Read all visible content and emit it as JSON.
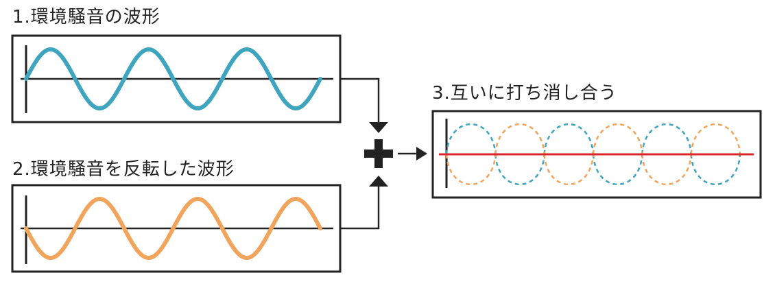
{
  "labels": {
    "panel1": "1.環境騒音の波形",
    "panel2": "2.環境騒音を反転した波形",
    "panel3": "3.互いに打ち消し合う"
  },
  "colors": {
    "frame": "#222222",
    "ambient_wave": "#3fa4be",
    "inverted_wave": "#f0a45c",
    "result_line": "#d62828"
  },
  "icons": {
    "combine": "plus-icon",
    "flow": "arrow-icon"
  },
  "waves": {
    "ambient": {
      "cycles": 3,
      "phase": "normal"
    },
    "inverted": {
      "cycles": 3,
      "phase": "inverted"
    },
    "result": {
      "cycles": 6,
      "style": "dashed-overlay"
    }
  }
}
